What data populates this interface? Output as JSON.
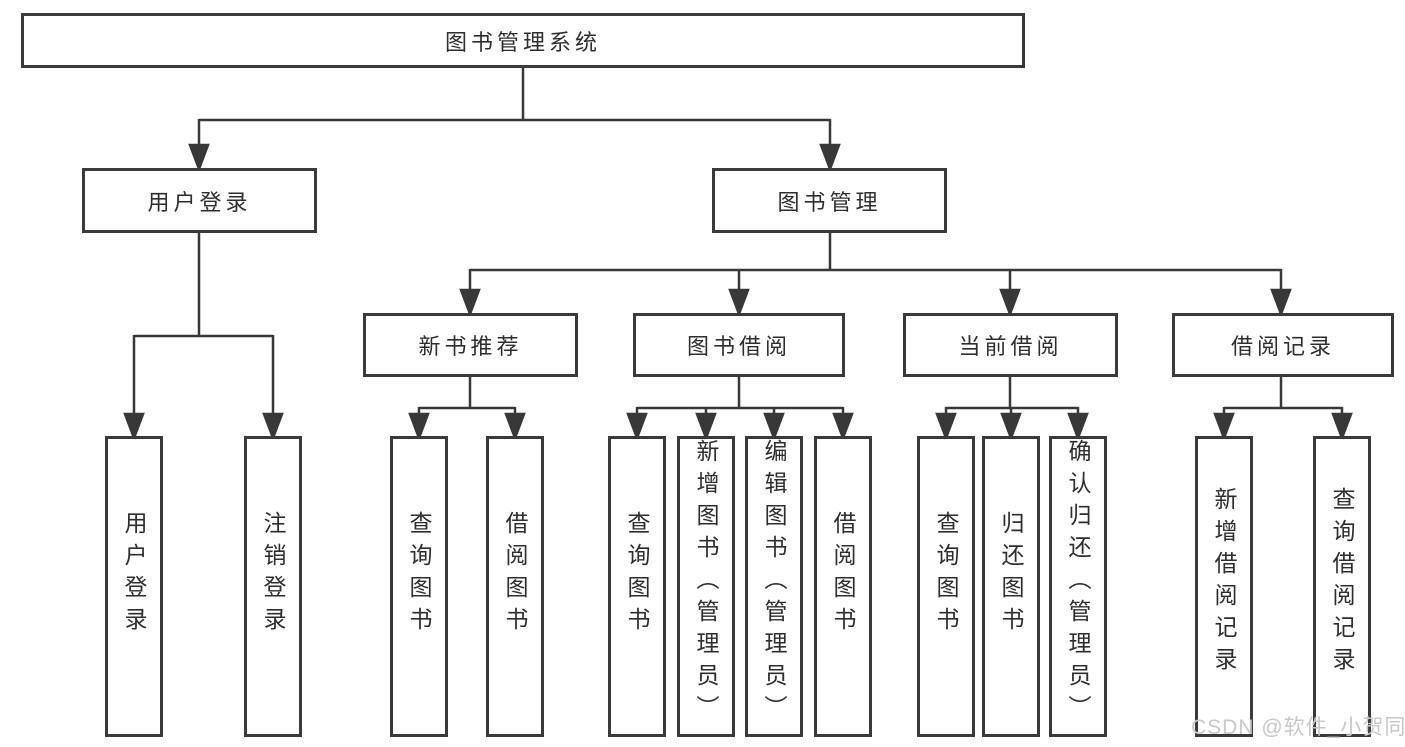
{
  "diagram_type": "hierarchy-tree",
  "tree": {
    "label": "图书管理系统",
    "children": [
      {
        "label": "用户登录",
        "children": [
          {
            "label": "用户登录"
          },
          {
            "label": "注销登录"
          }
        ]
      },
      {
        "label": "图书管理",
        "children": [
          {
            "label": "新书推荐",
            "children": [
              {
                "label": "查询图书"
              },
              {
                "label": "借阅图书"
              }
            ]
          },
          {
            "label": "图书借阅",
            "children": [
              {
                "label": "查询图书"
              },
              {
                "label": "新增图书（管理员）"
              },
              {
                "label": "编辑图书（管理员）"
              },
              {
                "label": "借阅图书"
              }
            ]
          },
          {
            "label": "当前借阅",
            "children": [
              {
                "label": "查询图书"
              },
              {
                "label": "归还图书"
              },
              {
                "label": "确认归还（管理员）"
              }
            ]
          },
          {
            "label": "借阅记录",
            "children": [
              {
                "label": "新增借阅记录"
              },
              {
                "label": "查询借阅记录"
              }
            ]
          }
        ]
      }
    ]
  },
  "watermark": "CSDN @软件_小贺同学",
  "colors": {
    "line": "#383838",
    "box_border": "#3a3a3a",
    "box_background": "#ffffff",
    "text": "#2e2e2e",
    "watermark": "#c8c8c8"
  }
}
